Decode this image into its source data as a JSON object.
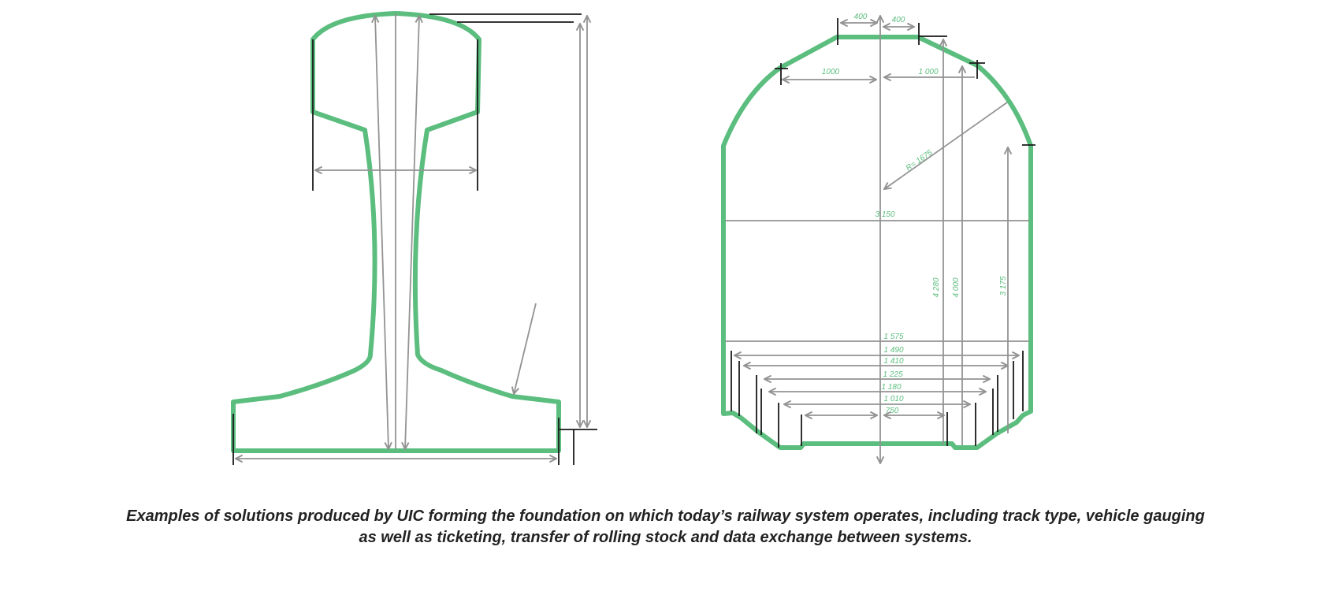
{
  "gauge_labels": {
    "top_left": "400",
    "top_right": "400",
    "upper_left": "1000",
    "upper_right": "1 000",
    "radius": "R= 1675",
    "width_3150": "3 150",
    "height_4280": "4 280",
    "height_4000": "4 000",
    "height_3175": "3 175",
    "w_1575": "1 575",
    "w_1490": "1 490",
    "w_1410": "1 410",
    "w_1225": "1 225",
    "w_1180": "1 180",
    "w_1010": "1 010",
    "w_750": "750"
  },
  "caption": {
    "line1": "Examples of solutions produced by UIC forming the foundation on which today’s railway system operates, including track type, vehicle gauging",
    "line2": "as well as ticketing, transfer of rolling stock and data exchange between systems."
  },
  "colors": {
    "outline": "#5bbd7e",
    "dimension": "#939393"
  }
}
